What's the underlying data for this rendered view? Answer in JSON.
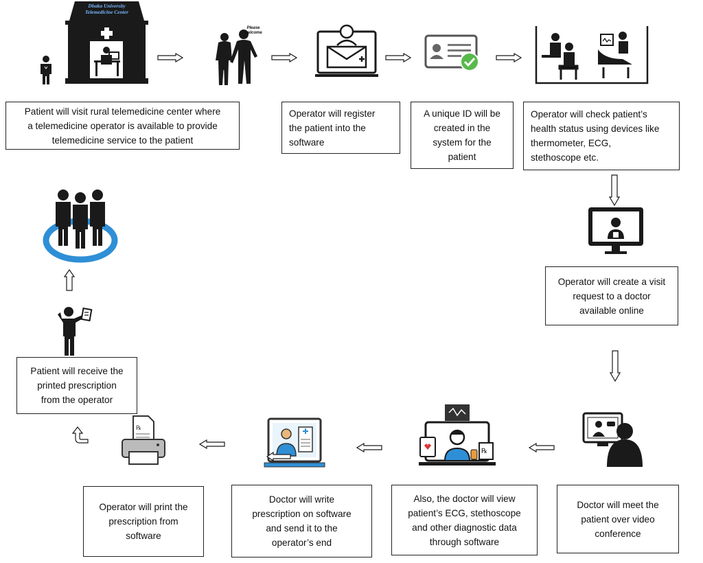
{
  "clinic_sign": {
    "line1": "Dhaka University",
    "line2": "Telemedicine Center"
  },
  "speech_bubble": "Please\nwelcome",
  "steps": [
    {
      "id": "visit",
      "text": "Patient will visit rural telemedicine center where\na telemedicine operator is available to provide\ntelemedicine service to the patient"
    },
    {
      "id": "register",
      "text": "Operator will register\nthe patient into the\nsoftware"
    },
    {
      "id": "unique-id",
      "text": "A unique ID will be\ncreated in the\nsystem for the\npatient"
    },
    {
      "id": "check-health",
      "text": "Operator will check patient’s\nhealth status using devices like\nthermometer, ECG,\nstethoscope etc."
    },
    {
      "id": "visit-request",
      "text": "Operator will create a visit\nrequest to a doctor\navailable online"
    },
    {
      "id": "video-conference",
      "text": "Doctor will meet the\npatient over video\nconference"
    },
    {
      "id": "view-data",
      "text": "Also, the doctor will view\npatient’s ECG, stethoscope\nand other diagnostic data\nthrough software"
    },
    {
      "id": "write-prescription",
      "text": "Doctor will write\nprescription on software\nand send it to the\noperator’s end"
    },
    {
      "id": "print-prescription",
      "text": "Operator will print the\nprescription from\nsoftware"
    },
    {
      "id": "receive-prescription",
      "text": "Patient will receive the\nprinted prescription\nfrom the operator"
    }
  ],
  "icons": {
    "clinic": "telemedicine-center-building-icon",
    "greeting": "operator-greeting-patient-icon",
    "register": "laptop-registration-icon",
    "id_card": "id-card-check-icon",
    "health_check": "health-check-devices-icon",
    "monitor_doctor": "monitor-doctor-icon",
    "video_call": "video-conference-icon",
    "diagnostics": "doctor-diagnostic-data-icon",
    "prescription_laptop": "prescription-laptop-icon",
    "printer": "printer-prescription-icon",
    "patient_paper": "patient-holding-prescription-icon",
    "community": "community-people-icon"
  },
  "colors": {
    "accent_blue": "#2f8fd6",
    "green_check": "#59b94c",
    "dark": "#1a1a1a"
  }
}
